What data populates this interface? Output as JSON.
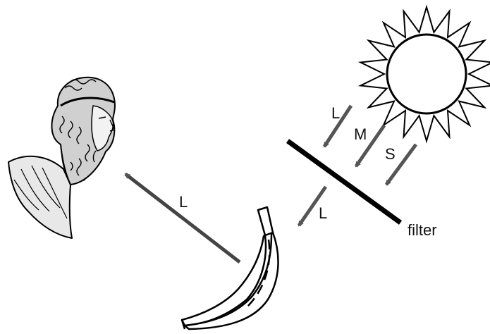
{
  "labels": {
    "sun_L": "L",
    "sun_M": "M",
    "sun_S": "S",
    "filtered_L": "L",
    "reflected_L": "L",
    "filter": "filter"
  },
  "colors": {
    "arrow": "#555555",
    "filter_bar": "#000000",
    "outline": "#000000"
  },
  "icons": [
    "sun-icon",
    "philosopher-bust-icon",
    "banana-icon"
  ]
}
